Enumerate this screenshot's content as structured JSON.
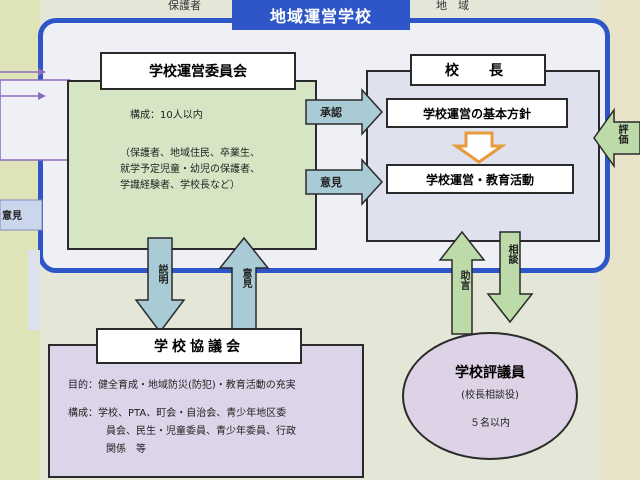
{
  "header": {
    "title": "地域運営学校",
    "left_label": "保護者",
    "right_label": "地　域"
  },
  "committee": {
    "title": "学校運営委員会",
    "composition": "構成：10人以内",
    "members": [
      "（保護者、地域住民、卒業生、",
      "就学予定児童・幼児の保護者、",
      "学識経験者、学校長など）"
    ]
  },
  "principal": {
    "title": "校　長",
    "policy": "学校運営の基本方針",
    "activity": "学校運営・教育活動"
  },
  "council": {
    "title": "学校協議会",
    "purpose": "目的：健全育成・地域防災(防犯)・教育活動の充実",
    "composition": [
      "構成：学校、PTA、町会・自治会、青少年地区委",
      "員会、民生・児童委員、青少年委員、行政",
      "関係　等"
    ]
  },
  "councilor": {
    "title": "学校評議員",
    "subtitle": "(校長相談役)",
    "count": "５名以内"
  },
  "arrows": {
    "approval": "承認",
    "opinion_right": "意見",
    "explanation": "説明",
    "opinion_up": "意見",
    "advice": "助言",
    "consult": "相談",
    "evaluation": "評価",
    "left_partial": "意見"
  },
  "colors": {
    "frame": "#2f56c8",
    "arrow_blue": "#a9cbd6",
    "arrow_green": "#bddba9",
    "arrow_orange": "#e89a3c"
  }
}
